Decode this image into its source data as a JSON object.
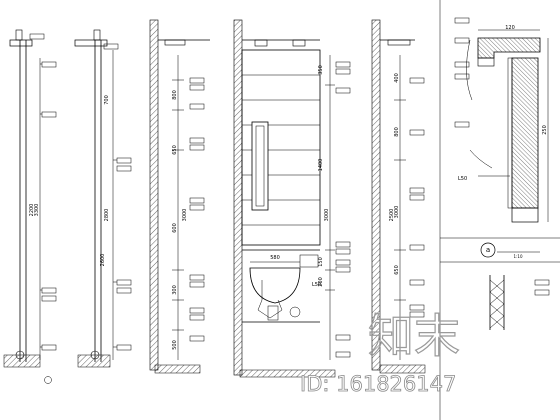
{
  "elevations": [
    {
      "dims": [
        "3300",
        "2200"
      ]
    },
    {
      "dims": [
        "700",
        "2800",
        "2600"
      ]
    },
    {
      "dims": [
        "800",
        "650",
        "3000",
        "600",
        "300",
        "500"
      ]
    },
    {
      "dims": [
        "350",
        "1400",
        "3000",
        "580",
        "150",
        "200"
      ]
    },
    {
      "dims": [
        "400",
        "800",
        "3000",
        "650",
        "2500"
      ]
    }
  ],
  "detail": {
    "top_width": "120",
    "height": "250",
    "l_label": "L50",
    "marker_letter": "a",
    "marker_scale": "1:10"
  },
  "cabinet_l_label": "L50",
  "watermark": {
    "logo": "知末",
    "id": "ID: 161826147"
  }
}
